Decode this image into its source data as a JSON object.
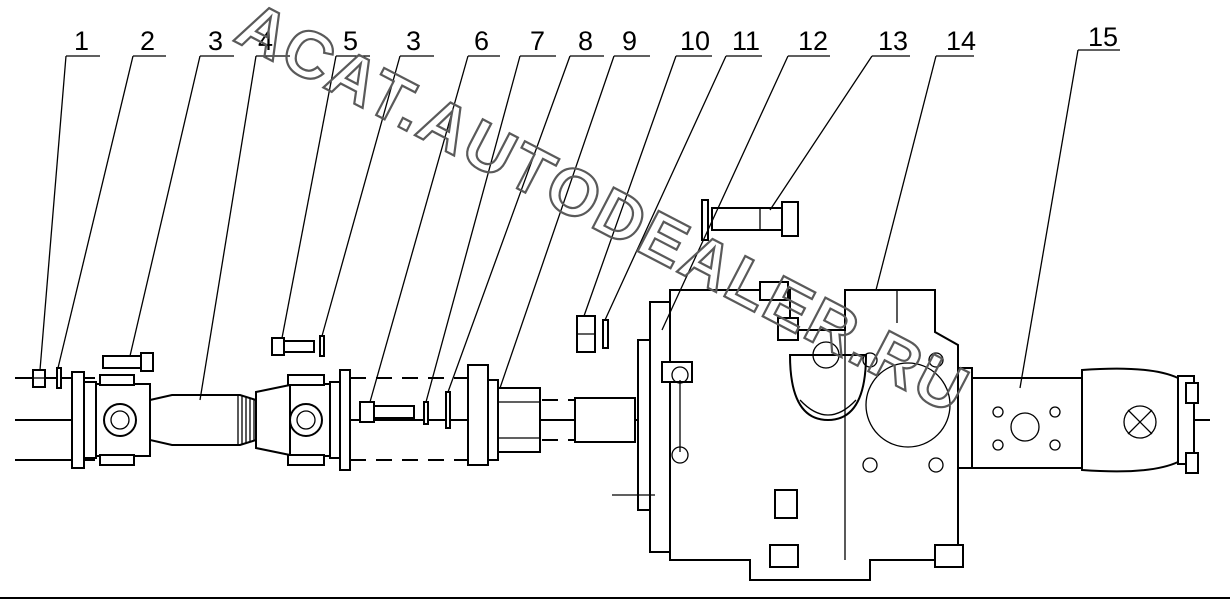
{
  "watermark": "ACAT.AUTODEALER.RU",
  "callouts": [
    {
      "id": "c1",
      "label": "1"
    },
    {
      "id": "c2",
      "label": "2"
    },
    {
      "id": "c3a",
      "label": "3"
    },
    {
      "id": "c4",
      "label": "4"
    },
    {
      "id": "c5",
      "label": "5"
    },
    {
      "id": "c3b",
      "label": "3"
    },
    {
      "id": "c6",
      "label": "6"
    },
    {
      "id": "c7",
      "label": "7"
    },
    {
      "id": "c8",
      "label": "8"
    },
    {
      "id": "c9",
      "label": "9"
    },
    {
      "id": "c10",
      "label": "10"
    },
    {
      "id": "c11",
      "label": "11"
    },
    {
      "id": "c12",
      "label": "12"
    },
    {
      "id": "c13",
      "label": "13"
    },
    {
      "id": "c14",
      "label": "14"
    },
    {
      "id": "c15",
      "label": "15"
    }
  ]
}
